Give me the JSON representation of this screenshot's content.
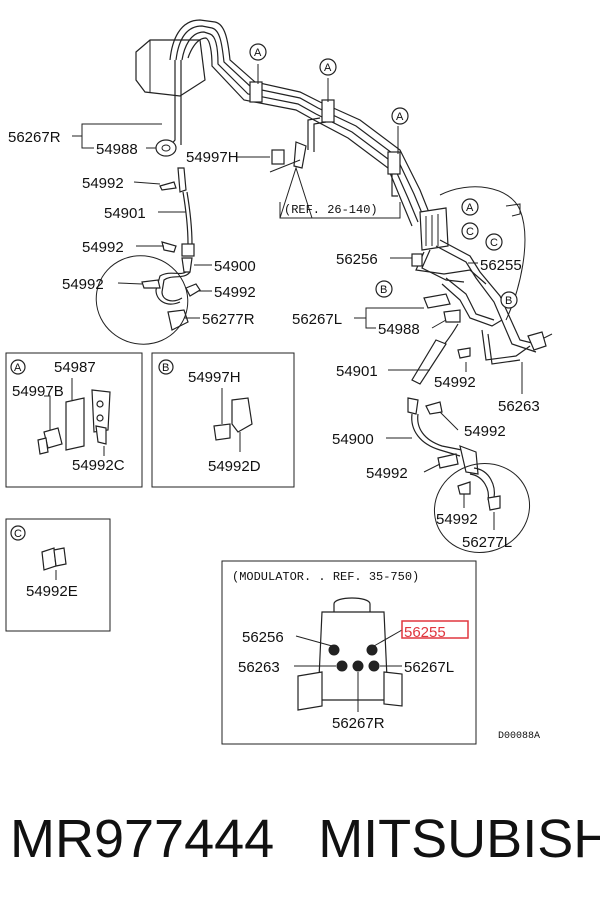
{
  "labels": {
    "l_56267R_top": "56267R",
    "l_54988_left": "54988",
    "l_54997H": "54997H",
    "l_54992_a": "54992",
    "l_54901_left": "54901",
    "l_54992_b": "54992",
    "l_54900_left": "54900",
    "l_54992_c": "54992",
    "l_54992_d": "54992",
    "l_56277R": "56277R",
    "l_ref26": "(REF. 26-140)",
    "l_56256_top": "56256",
    "l_56255_top": "56255",
    "l_56267L_mid": "56267L",
    "l_54988_right": "54988",
    "l_54901_right": "54901",
    "l_54992_e": "54992",
    "l_56263_right": "56263",
    "l_54900_right": "54900",
    "l_54992_f": "54992",
    "l_54992_g": "54992",
    "l_54992_h": "54992",
    "l_56277L": "56277L",
    "l_code": "D00088A"
  },
  "callouts": {
    "A": "A",
    "B": "B",
    "C": "C"
  },
  "detail_a": {
    "letter": "A",
    "l_54987": "54987",
    "l_54997B": "54997B",
    "l_54992C": "54992C"
  },
  "detail_b": {
    "letter": "B",
    "l_54997H": "54997H",
    "l_54992D": "54992D"
  },
  "detail_c": {
    "letter": "C",
    "l_54992E": "54992E"
  },
  "modulator": {
    "title": "(MODULATOR. . REF. 35-750)",
    "l_56256": "56256",
    "l_56255": "56255",
    "l_56263": "56263",
    "l_56267L": "56267L",
    "l_56267R": "56267R"
  },
  "footer": {
    "part_number": "MR977444",
    "brand": "MITSUBISHI"
  },
  "colors": {
    "highlight": "#e0373f",
    "ink": "#111111"
  }
}
